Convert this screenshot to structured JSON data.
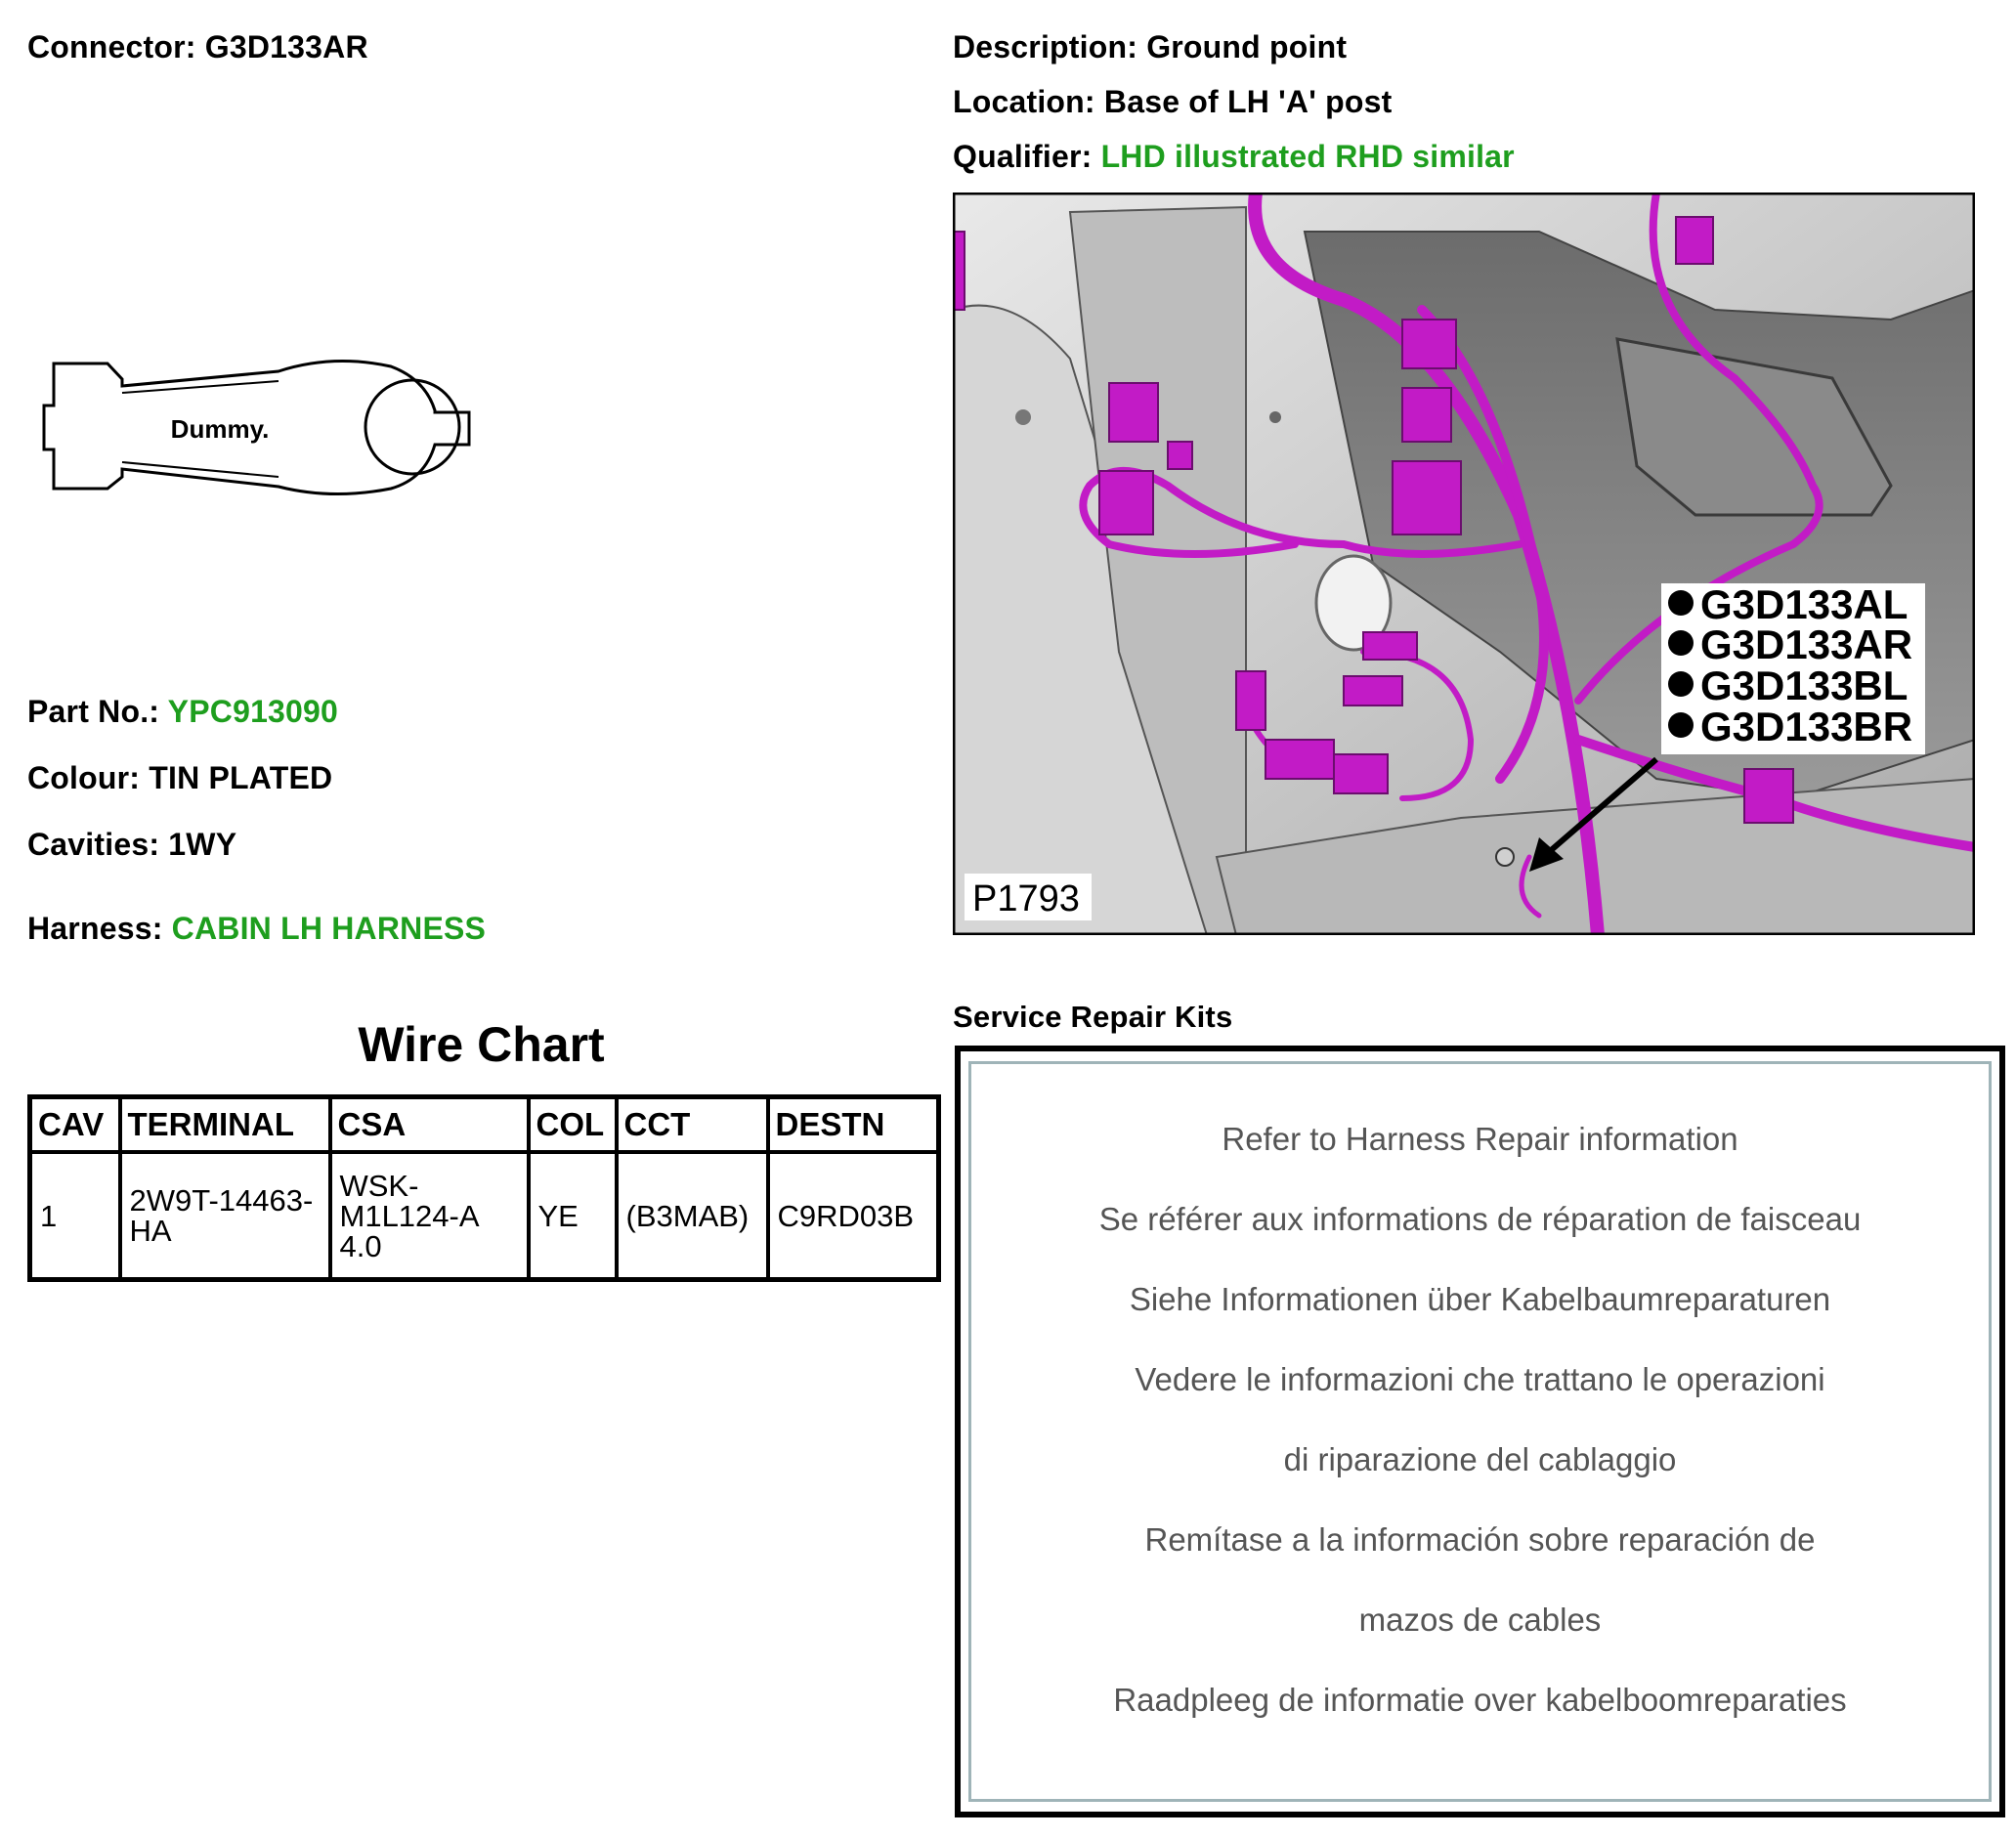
{
  "connector": {
    "label": "Connector:",
    "value": "G3D133AR"
  },
  "terminal_drawing": {
    "text": "Dummy."
  },
  "part_no": {
    "label": "Part No.:",
    "value": "YPC913090"
  },
  "colour": {
    "label": "Colour:",
    "value": "TIN PLATED"
  },
  "cavities": {
    "label": "Cavities:",
    "value": "1WY"
  },
  "harness": {
    "label": "Harness:",
    "value": "CABIN LH HARNESS"
  },
  "description": {
    "label": "Description:",
    "value": "Ground point"
  },
  "location": {
    "label": "Location:",
    "value": "Base of LH 'A' post"
  },
  "qualifier": {
    "label": "Qualifier:",
    "value": "LHD illustrated RHD similar"
  },
  "photo": {
    "code": "P1793",
    "callouts": [
      "G3D133AL",
      "G3D133AR",
      "G3D133BL",
      "G3D133BR"
    ]
  },
  "wire_chart": {
    "title": "Wire Chart",
    "headers": [
      "CAV",
      "TERMINAL",
      "CSA",
      "COL",
      "CCT",
      "DESTN"
    ],
    "rows": [
      [
        "1",
        "2W9T-14463-HA",
        "WSK-M1L124-A 4.0",
        "YE",
        "(B3MAB)",
        "C9RD03B"
      ]
    ]
  },
  "service_repair_kits": {
    "title": "Service Repair Kits",
    "lines": [
      "Refer to Harness Repair information",
      "Se référer aux informations de réparation de faisceau",
      "Siehe Informationen über Kabelbaumreparaturen",
      "Vedere le informazioni che trattano le operazioni",
      "di riparazione del cablaggio",
      "Remítase a la información sobre reparación de",
      "mazos de cables",
      "Raadpleeg de informatie over kabelboomreparaties"
    ]
  },
  "colors": {
    "accent_green": "#1e9e1e",
    "harness_magenta": "#c21bc6"
  }
}
